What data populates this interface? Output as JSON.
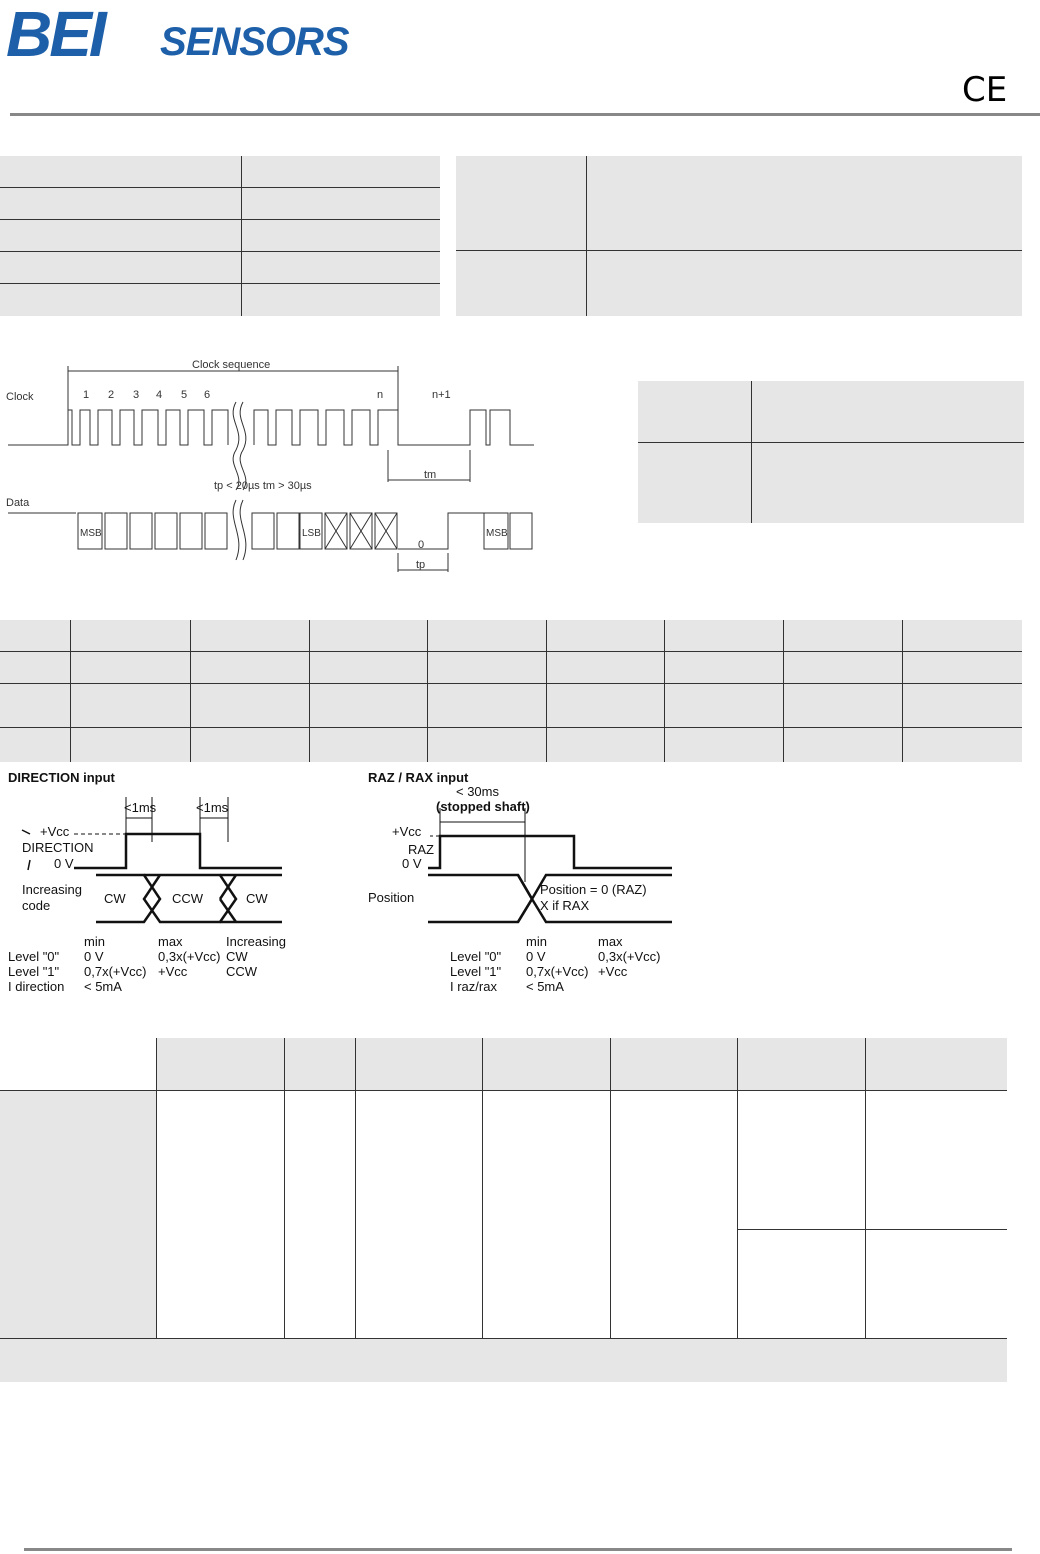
{
  "header": {
    "logo_bei": "BEI",
    "logo_sensors": "SENSORS",
    "ce_mark": "CE"
  },
  "ssi_diagram": {
    "clock_sequence": "Clock sequence",
    "clock": "Clock",
    "data": "Data",
    "pulse_numbers": [
      "1",
      "2",
      "3",
      "4",
      "5",
      "6"
    ],
    "n": "n",
    "n_plus_1": "n+1",
    "tm": "tm",
    "timing_note": "tp < 20µs   tm > 30µs",
    "msb": "MSB",
    "lsb": "LSB",
    "zero": "0",
    "tp": "tp"
  },
  "direction_diagram": {
    "title": "DIRECTION input",
    "lt1ms_a": "<1ms",
    "lt1ms_b": "<1ms",
    "vcc": "+Vcc",
    "direction": "DIRECTION",
    "zero_v": "0 V",
    "increasing": "Increasing",
    "code": "code",
    "cw1": "CW",
    "ccw": "CCW",
    "cw2": "CW",
    "col_min": "min",
    "col_max": "max",
    "col_increasing": "Increasing",
    "row_level0": [
      "Level \"0\"",
      "0 V",
      "0,3x(+Vcc)",
      "CW"
    ],
    "row_level1": [
      "Level \"1\"",
      "0,7x(+Vcc)",
      "+Vcc",
      "CCW"
    ],
    "row_idir": [
      "I direction",
      "< 5mA"
    ]
  },
  "raz_diagram": {
    "title": "RAZ / RAX input",
    "lt30ms": "< 30ms",
    "stopped": "(stopped shaft)",
    "vcc": "+Vcc",
    "raz": "RAZ",
    "zero_v": "0 V",
    "position": "Position",
    "pos_line1": "Position = 0 (RAZ)",
    "pos_line2": "X if RAX",
    "col_min": "min",
    "col_max": "max",
    "row_level0": [
      "Level \"0\"",
      "0 V",
      "0,3x(+Vcc)"
    ],
    "row_level1": [
      "Level \"1\"",
      "0,7x(+Vcc)",
      "+Vcc"
    ],
    "row_iraz": [
      "I raz/rax",
      "< 5mA"
    ]
  }
}
